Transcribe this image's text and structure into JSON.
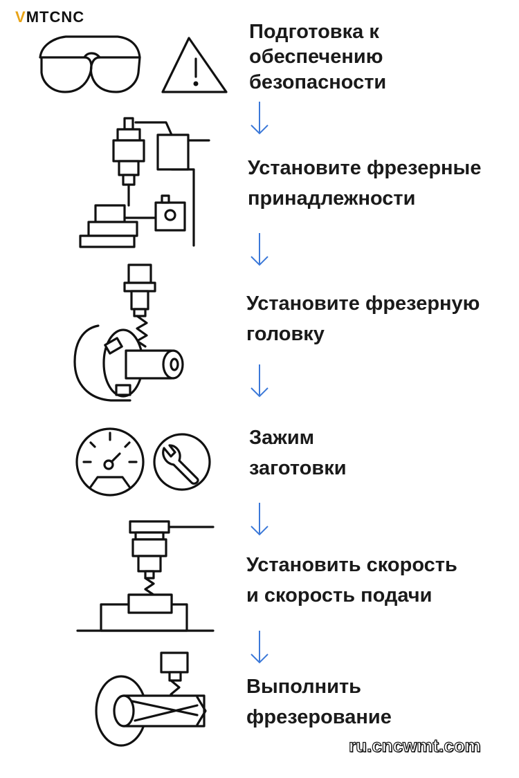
{
  "brand": {
    "logo_prefix": "V",
    "logo_rest": "MTCNC"
  },
  "steps": [
    {
      "text": "Подготовка к\nобеспечению\nбезопасности",
      "icon": "safety-glasses-warning-icon"
    },
    {
      "text": "Установите фрезерные\nпринадлежности",
      "icon": "milling-accessories-icon"
    },
    {
      "text": "Установите фрезерную\nголовку",
      "icon": "milling-head-icon"
    },
    {
      "text": "Зажим\nзаготовки",
      "icon": "gauge-wrench-icon"
    },
    {
      "text": "Установить скорость\nи скорость подачи",
      "icon": "spindle-feed-icon"
    },
    {
      "text": "Выполнить\nфрезерование",
      "icon": "milling-operation-icon"
    }
  ],
  "website": "ru.cncwmt.com",
  "colors": {
    "arrow": "#3b78d8",
    "text": "#1a1a1a",
    "logo_accent": "#e8a317"
  }
}
